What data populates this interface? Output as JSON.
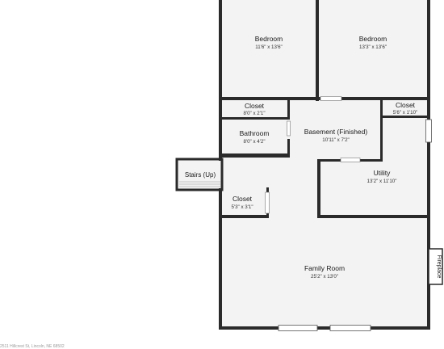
{
  "rooms": {
    "bedroom_left": {
      "name": "Bedroom",
      "dims": "11'6\" x 13'6\""
    },
    "bedroom_right": {
      "name": "Bedroom",
      "dims": "13'3\" x 13'6\""
    },
    "closet_top_left": {
      "name": "Closet",
      "dims": "8'0\" x 2'1\""
    },
    "closet_top_right": {
      "name": "Closet",
      "dims": "5'6\" x 1'10\""
    },
    "bathroom": {
      "name": "Bathroom",
      "dims": "8'0\" x 4'2\""
    },
    "basement": {
      "name": "Basement (Finished)",
      "dims": "10'11\" x 7'2\""
    },
    "utility": {
      "name": "Utility",
      "dims": "13'2\" x 11'10\""
    },
    "closet_lower": {
      "name": "Closet",
      "dims": "5'3\" x 3'1\""
    },
    "family_room": {
      "name": "Family Room",
      "dims": "25'2\" x 13'0\""
    }
  },
  "stairs": {
    "label": "Stairs (Up)"
  },
  "fireplace": {
    "label": "Fireplace"
  },
  "footer": {
    "text": "2511 Hillcrest St, Lincoln, NE 68502"
  }
}
